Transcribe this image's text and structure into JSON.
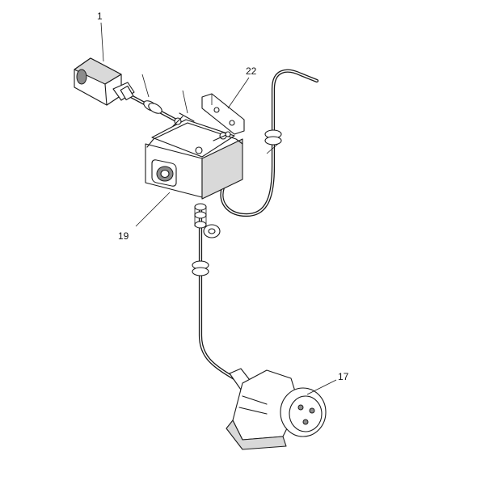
{
  "callouts": {
    "c1": "1",
    "c22": "22",
    "c19": "19",
    "c17": "17"
  },
  "colors": {
    "line": "#1a1a1a",
    "background": "#ffffff",
    "shade": "#d9d9d9"
  }
}
